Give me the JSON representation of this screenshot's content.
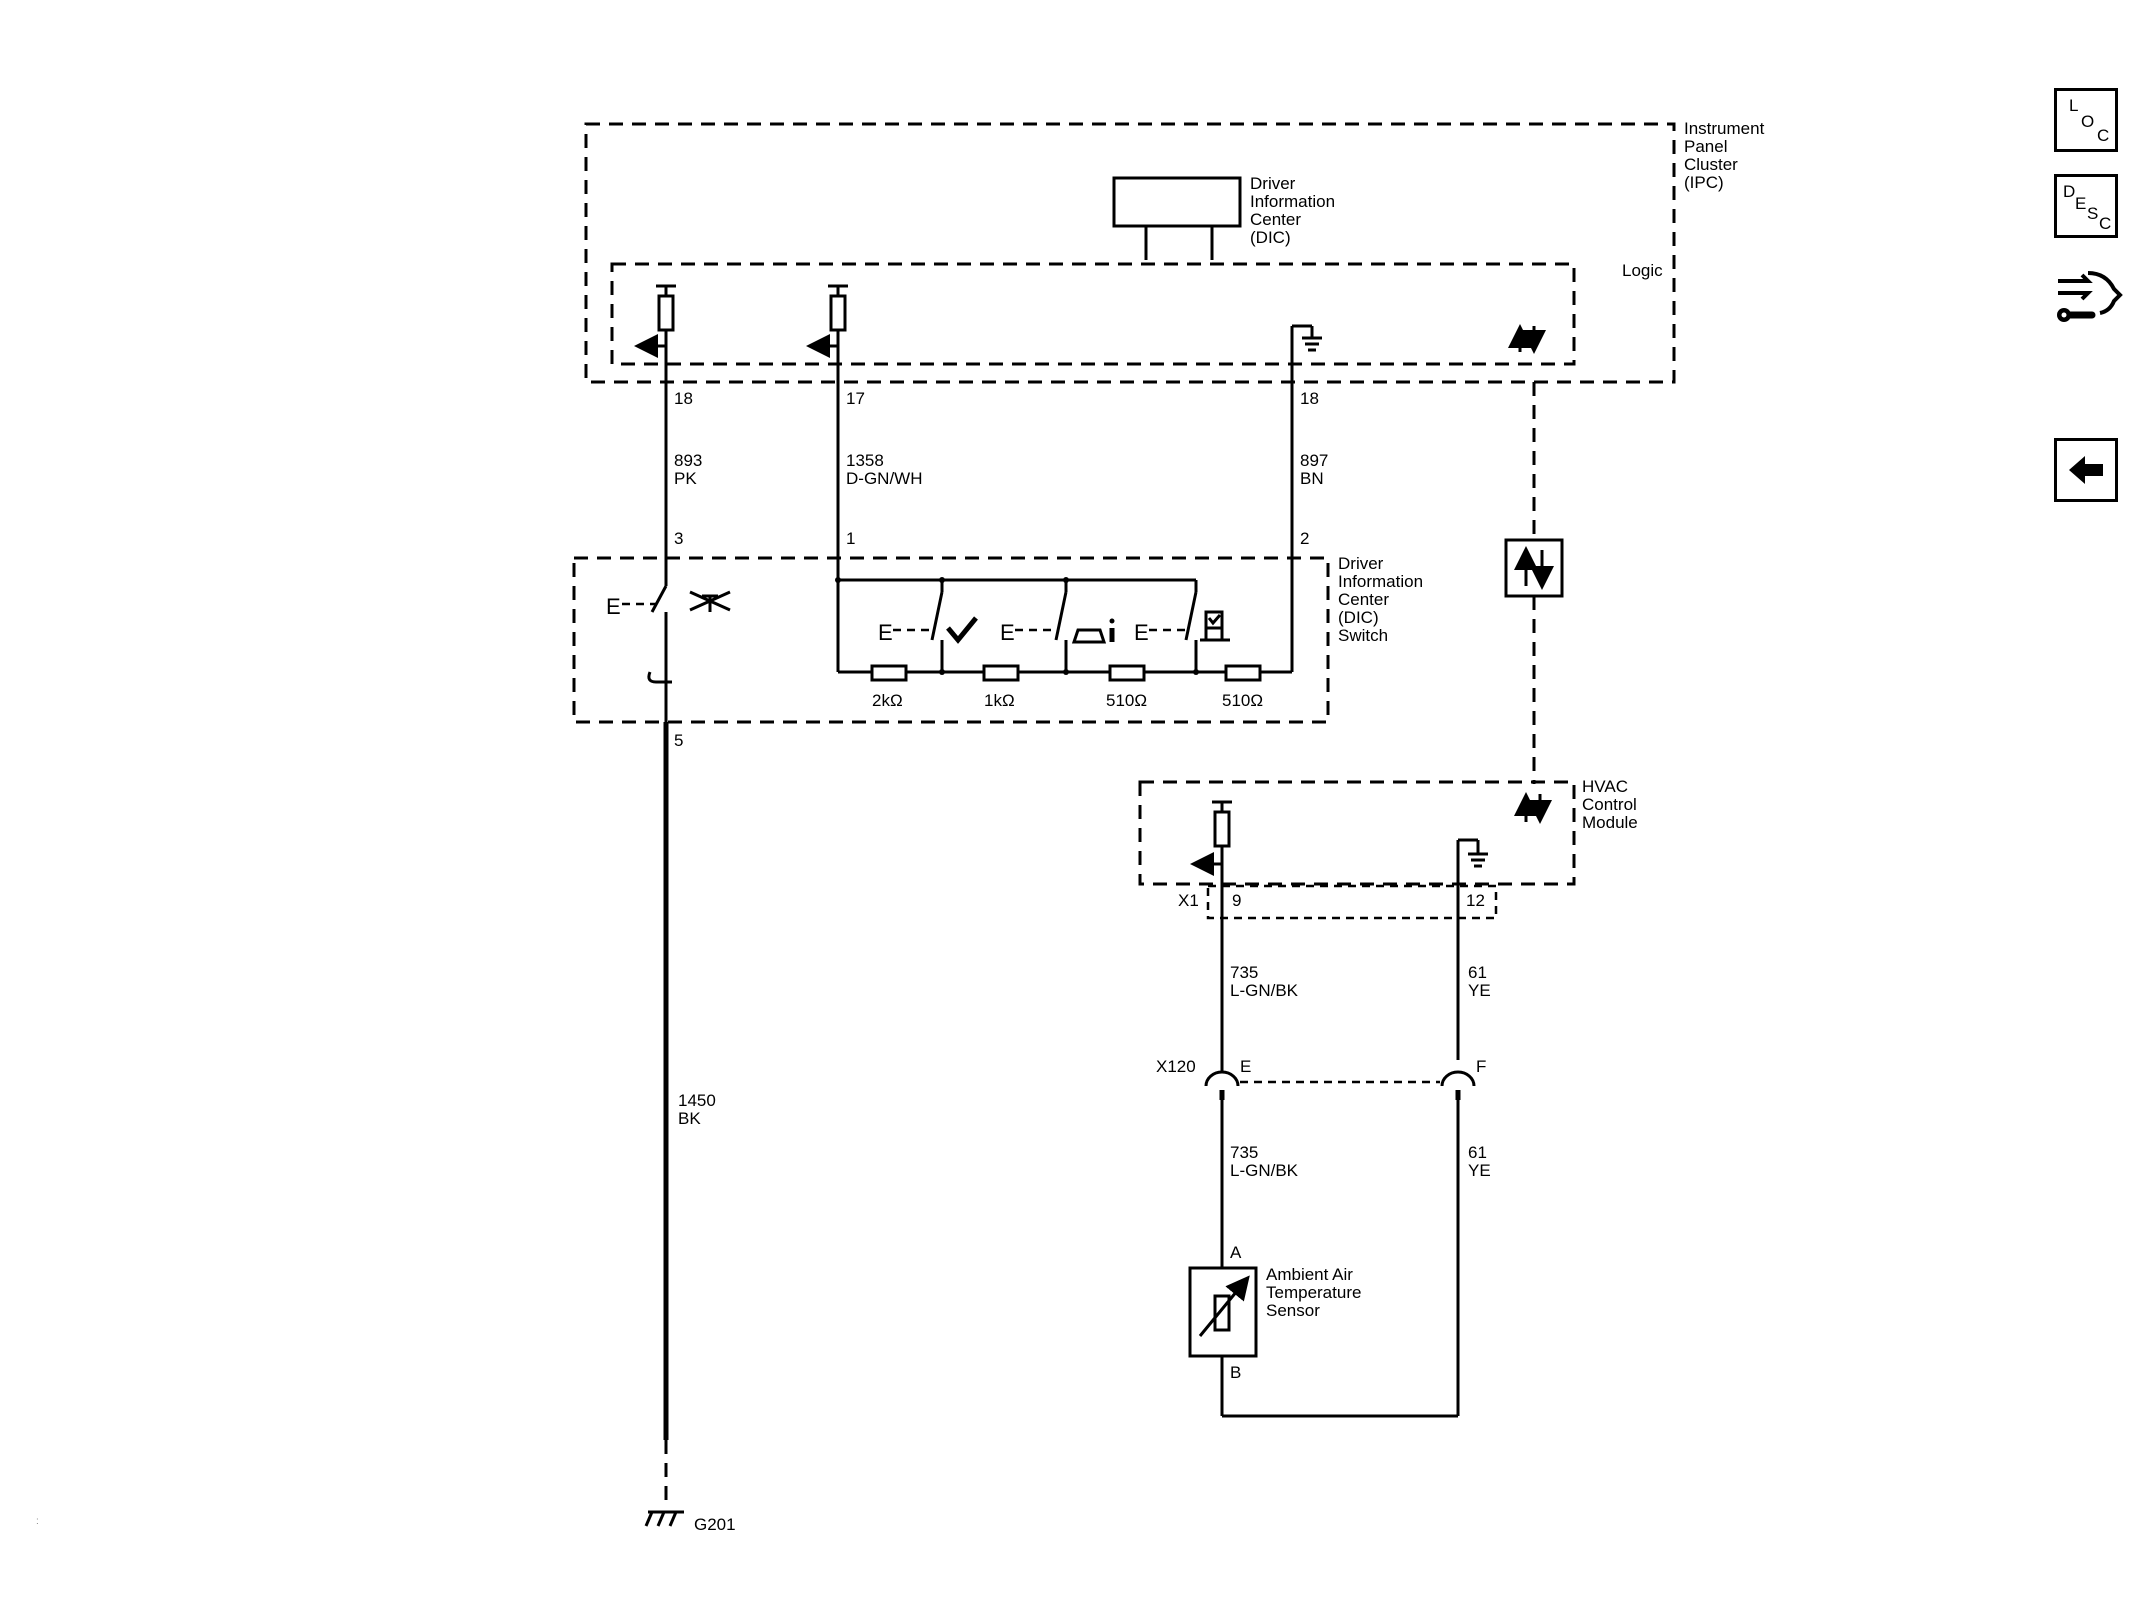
{
  "modules": {
    "ipc": [
      "Instrument",
      "Panel",
      "Cluster",
      "(IPC)"
    ],
    "dic": [
      "Driver",
      "Information",
      "Center",
      "(DIC)"
    ],
    "logic": "Logic",
    "dic_switch": [
      "Driver",
      "Information",
      "Center",
      "(DIC)",
      "Switch"
    ],
    "hvac": [
      "HVAC",
      "Control",
      "Module"
    ],
    "sensor": [
      "Ambient Air",
      "Temperature",
      "Sensor"
    ]
  },
  "pins": {
    "ipc_a": "18",
    "ipc_b": "17",
    "ipc_c": "18",
    "sw_3": "3",
    "sw_1": "1",
    "sw_2": "2",
    "sw_5": "5",
    "hvac_conn": "X1",
    "hvac_9": "9",
    "hvac_12": "12",
    "inline_conn": "X120",
    "inline_e": "E",
    "inline_f": "F",
    "sensor_a": "A",
    "sensor_b": "B"
  },
  "wires": {
    "w893": {
      "circuit": "893",
      "color": "PK"
    },
    "w1358": {
      "circuit": "1358",
      "color": "D-GN/WH"
    },
    "w897": {
      "circuit": "897",
      "color": "BN"
    },
    "w1450": {
      "circuit": "1450",
      "color": "BK"
    },
    "w735a": {
      "circuit": "735",
      "color": "L-GN/BK"
    },
    "w61a": {
      "circuit": "61",
      "color": "YE"
    },
    "w735b": {
      "circuit": "735",
      "color": "L-GN/BK"
    },
    "w61b": {
      "circuit": "61",
      "color": "YE"
    }
  },
  "resistors": [
    "2kΩ",
    "1kΩ",
    "510Ω",
    "510Ω"
  ],
  "ground": "G201",
  "nav": {
    "loc": {
      "letters": [
        "L",
        "O",
        "C"
      ],
      "icon": "location-icon"
    },
    "desc": {
      "letters": [
        "D",
        "E",
        "S",
        "C"
      ],
      "icon": "description-icon"
    },
    "wrench": {
      "icon": "connector-wrench-icon"
    },
    "back": {
      "icon": "back-arrow-icon"
    }
  }
}
